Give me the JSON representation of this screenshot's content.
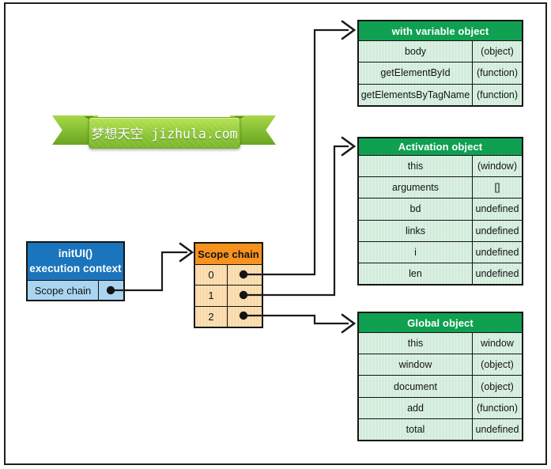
{
  "watermark": {
    "text": "梦想天空 jizhula.com"
  },
  "init_box": {
    "title_line1": "initUI()",
    "title_line2": "execution context",
    "row_label": "Scope chain"
  },
  "scope_chain": {
    "title": "Scope chain",
    "rows": [
      "0",
      "1",
      "2"
    ]
  },
  "with_object": {
    "title": "with variable object",
    "rows": [
      {
        "name": "body",
        "value": "(object)"
      },
      {
        "name": "getElementById",
        "value": "(function)"
      },
      {
        "name": "getElementsByTagName",
        "value": "(function)"
      }
    ]
  },
  "activation_object": {
    "title": "Activation object",
    "rows": [
      {
        "name": "this",
        "value": "(window)"
      },
      {
        "name": "arguments",
        "value": "[]"
      },
      {
        "name": "bd",
        "value": "undefined"
      },
      {
        "name": "links",
        "value": "undefined"
      },
      {
        "name": "i",
        "value": "undefined"
      },
      {
        "name": "len",
        "value": "undefined"
      }
    ]
  },
  "global_object": {
    "title": "Global object",
    "rows": [
      {
        "name": "this",
        "value": "window"
      },
      {
        "name": "window",
        "value": "(object)"
      },
      {
        "name": "document",
        "value": "(object)"
      },
      {
        "name": "add",
        "value": "(function)"
      },
      {
        "name": "total",
        "value": "undefined"
      }
    ]
  },
  "colors": {
    "green_header": "#0fa052",
    "green_row": "#d2ecdc",
    "orange_header": "#f6921e",
    "orange_row": "#f9d9a8",
    "blue_header": "#1b75bc",
    "blue_row": "#a9d5f0",
    "ribbon_green": "#8cc736",
    "line_black": "#1a1a1a"
  }
}
